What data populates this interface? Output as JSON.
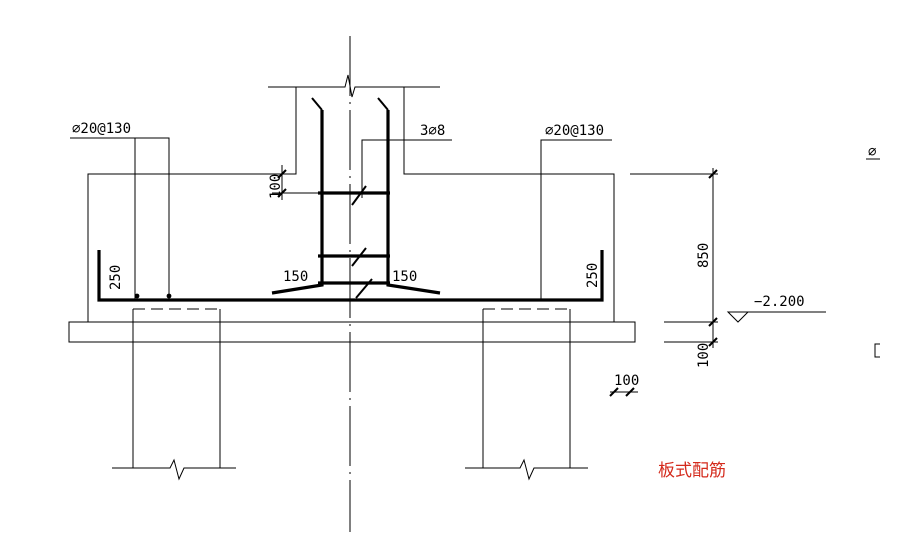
{
  "rebar": {
    "left_top": "⌀20@130",
    "right_top": "⌀20@130",
    "column": "3⌀8",
    "far_right_clip": "⌀"
  },
  "dimensions": {
    "stub_top_offset": "100",
    "plate_thickness": "850",
    "cushion": "100",
    "left_hook": "250",
    "right_hook": "250",
    "left_bend": "150",
    "right_bend": "150",
    "lower_right": "100"
  },
  "elevation": "−2.200",
  "caption": {
    "text": "板式配筋",
    "color": "#d42a1c"
  }
}
